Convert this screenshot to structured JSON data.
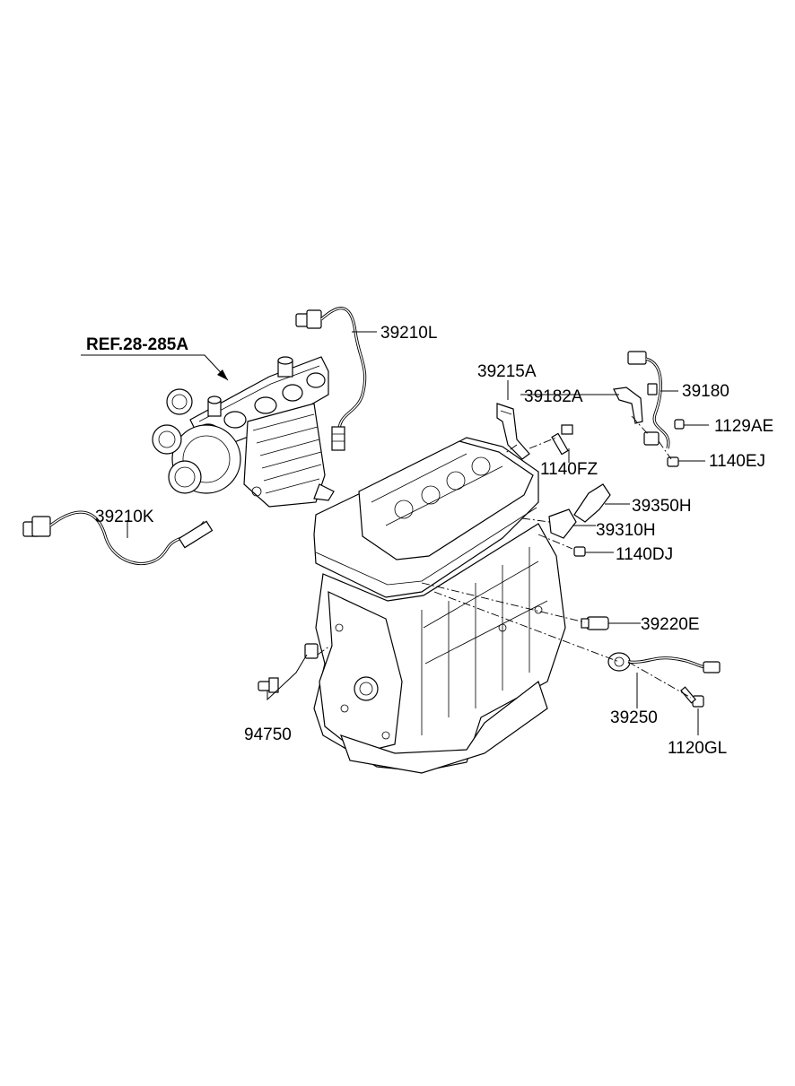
{
  "diagram": {
    "reference_label": "REF.28-285A",
    "part_labels": [
      "39210L",
      "39215A",
      "39182A",
      "39180",
      "1129AE",
      "1140EJ",
      "1140FZ",
      "39210K",
      "39350H",
      "39310H",
      "1140DJ",
      "39220E",
      "94750",
      "39250",
      "1120GL"
    ],
    "icons": [
      "turbo-manifold-icon",
      "engine-block-icon",
      "oxygen-sensor-icon",
      "connector-icon",
      "bolt-icon",
      "bracket-icon",
      "sensor-icon"
    ]
  }
}
